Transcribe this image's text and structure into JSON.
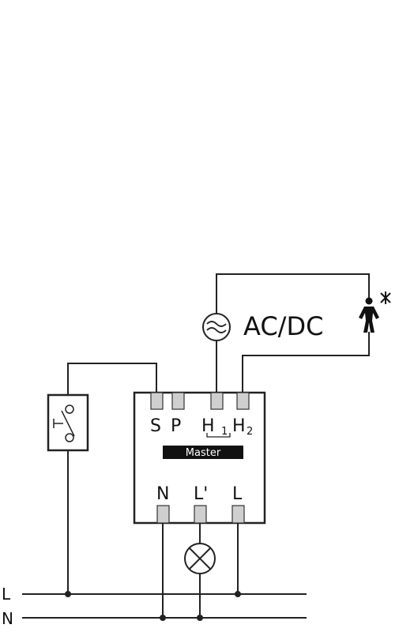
{
  "colors": {
    "wire": "#222222",
    "terminal": "#cfcfcf",
    "master_bar": "#111111",
    "master_text": "#ffffff"
  },
  "power_supply_label": "AC/DC",
  "sensor_icon": "motion-sensor-person-icon",
  "pushbutton_icon": "pushbutton-switch-icon",
  "supply_icon": "ac-dc-supply-icon",
  "lamp_icon": "lamp-icon",
  "module": {
    "name": "Master",
    "top_terminals": {
      "s": "S",
      "p": "P",
      "h1": "H",
      "h1_sub": "1",
      "h2": "H",
      "h2_sub": "2"
    },
    "bottom_terminals": {
      "n": "N",
      "lprime": "L'",
      "l": "L"
    }
  },
  "bus_lines": {
    "l": "L",
    "n": "N"
  }
}
